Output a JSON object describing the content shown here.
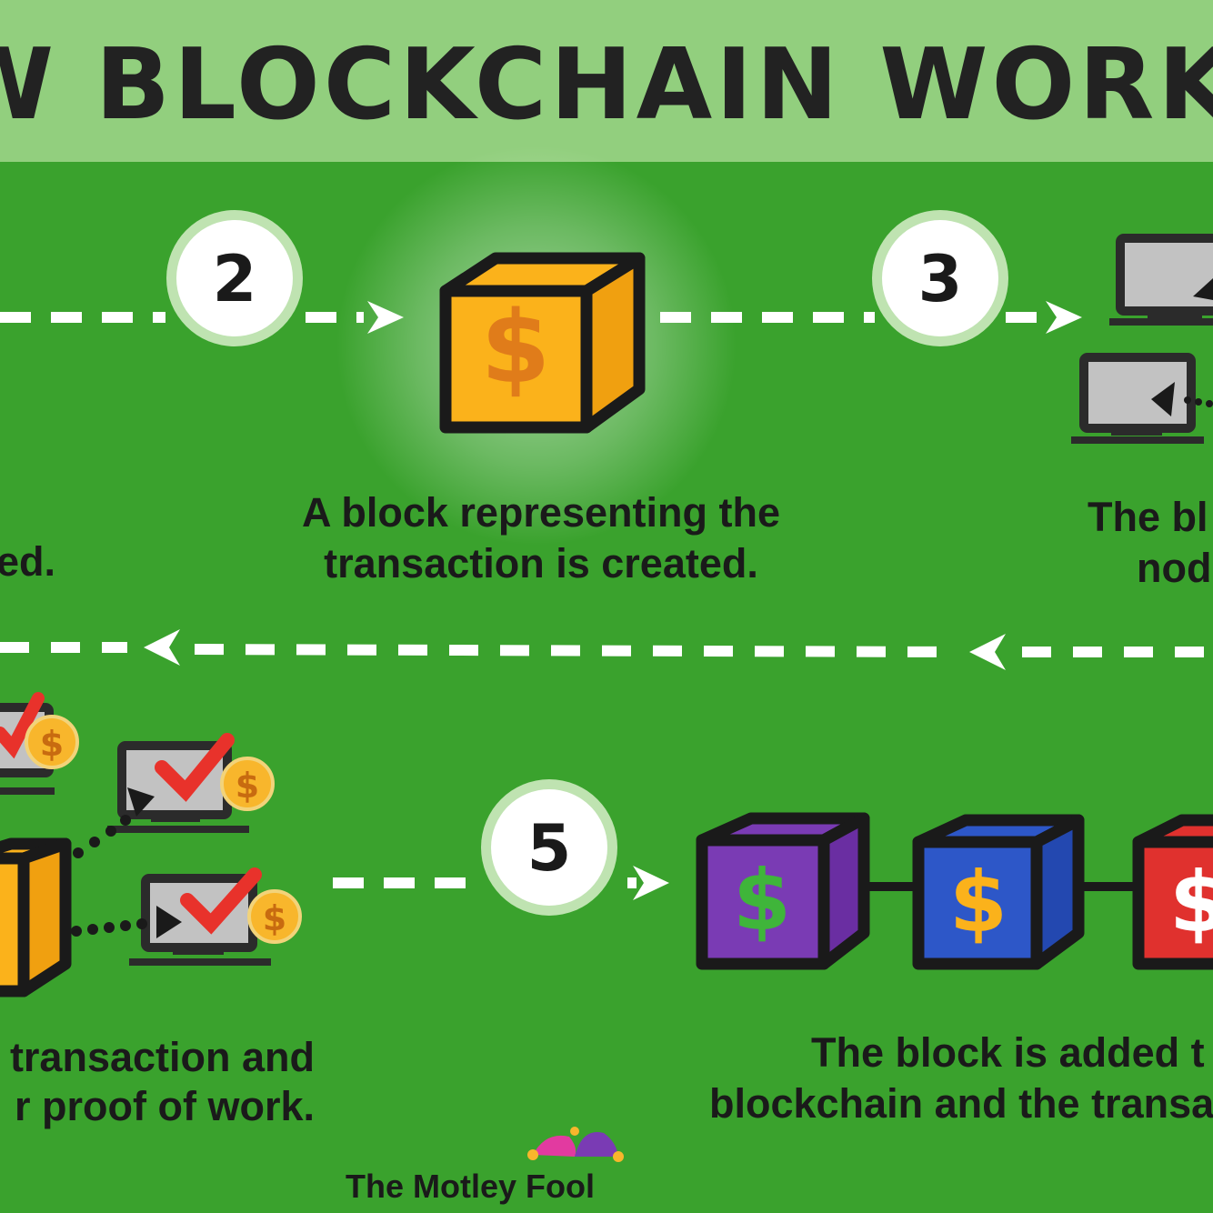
{
  "title": "W BLOCKCHAIN WORKS",
  "steps": [
    {
      "number": "2",
      "caption_lines": [
        "A block representing the",
        "transaction is created."
      ]
    },
    {
      "number": "3",
      "caption_lines": [
        "The bl",
        "nod"
      ]
    },
    {
      "number": "5",
      "caption_lines": [
        "The block is added t",
        "blockchain and the transa"
      ]
    }
  ],
  "partial_captions": {
    "step1_line": "ed.",
    "step4_lines": [
      "transaction and",
      "r proof of work."
    ]
  },
  "block_symbol": "$",
  "brand": "The Motley Fool",
  "colors": {
    "background": "#3aa22d",
    "header": "#92cf7e",
    "block_orange": "#fbb21b",
    "block_purple": "#7a3bb4",
    "block_blue": "#2d57c8",
    "block_red": "#e0312e",
    "check_red": "#e8322b",
    "coin": "#f8b62c"
  },
  "icons": [
    "dollar-block-icon",
    "computer-icon",
    "checkmark-icon",
    "coin-icon",
    "arrow-icon",
    "jester-hat-icon"
  ]
}
